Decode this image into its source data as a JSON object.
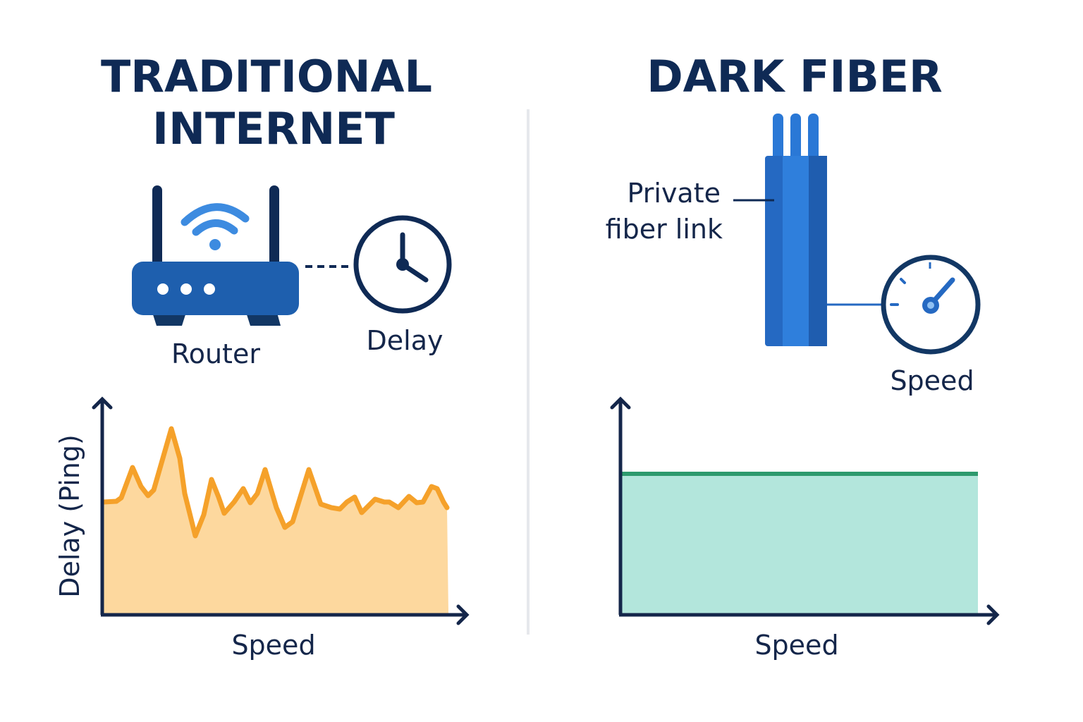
{
  "left": {
    "title_line1": "TRADITIONAL",
    "title_line2": "INTERNET",
    "router_label": "Router",
    "delay_label": "Delay",
    "chart_ylabel": "Delay (Ping)",
    "chart_xlabel": "Speed"
  },
  "right": {
    "title": "DARK FIBER",
    "fiber_label_line1": "Private",
    "fiber_label_line2": "fiber link",
    "speed_label": "Speed",
    "chart_xlabel": "Speed"
  },
  "colors": {
    "navy": "#0f2a55",
    "router_blue": "#1e5fae",
    "fiber_blue": "#2a78d6",
    "wave_orange": "#f5a12a",
    "wave_fill": "#fdd89e",
    "flat_green": "#2e9a6e",
    "flat_fill": "#b3e6dc"
  },
  "icons": [
    "wifi-router-icon",
    "clock-icon",
    "fiber-cable-icon",
    "speedometer-icon"
  ]
}
